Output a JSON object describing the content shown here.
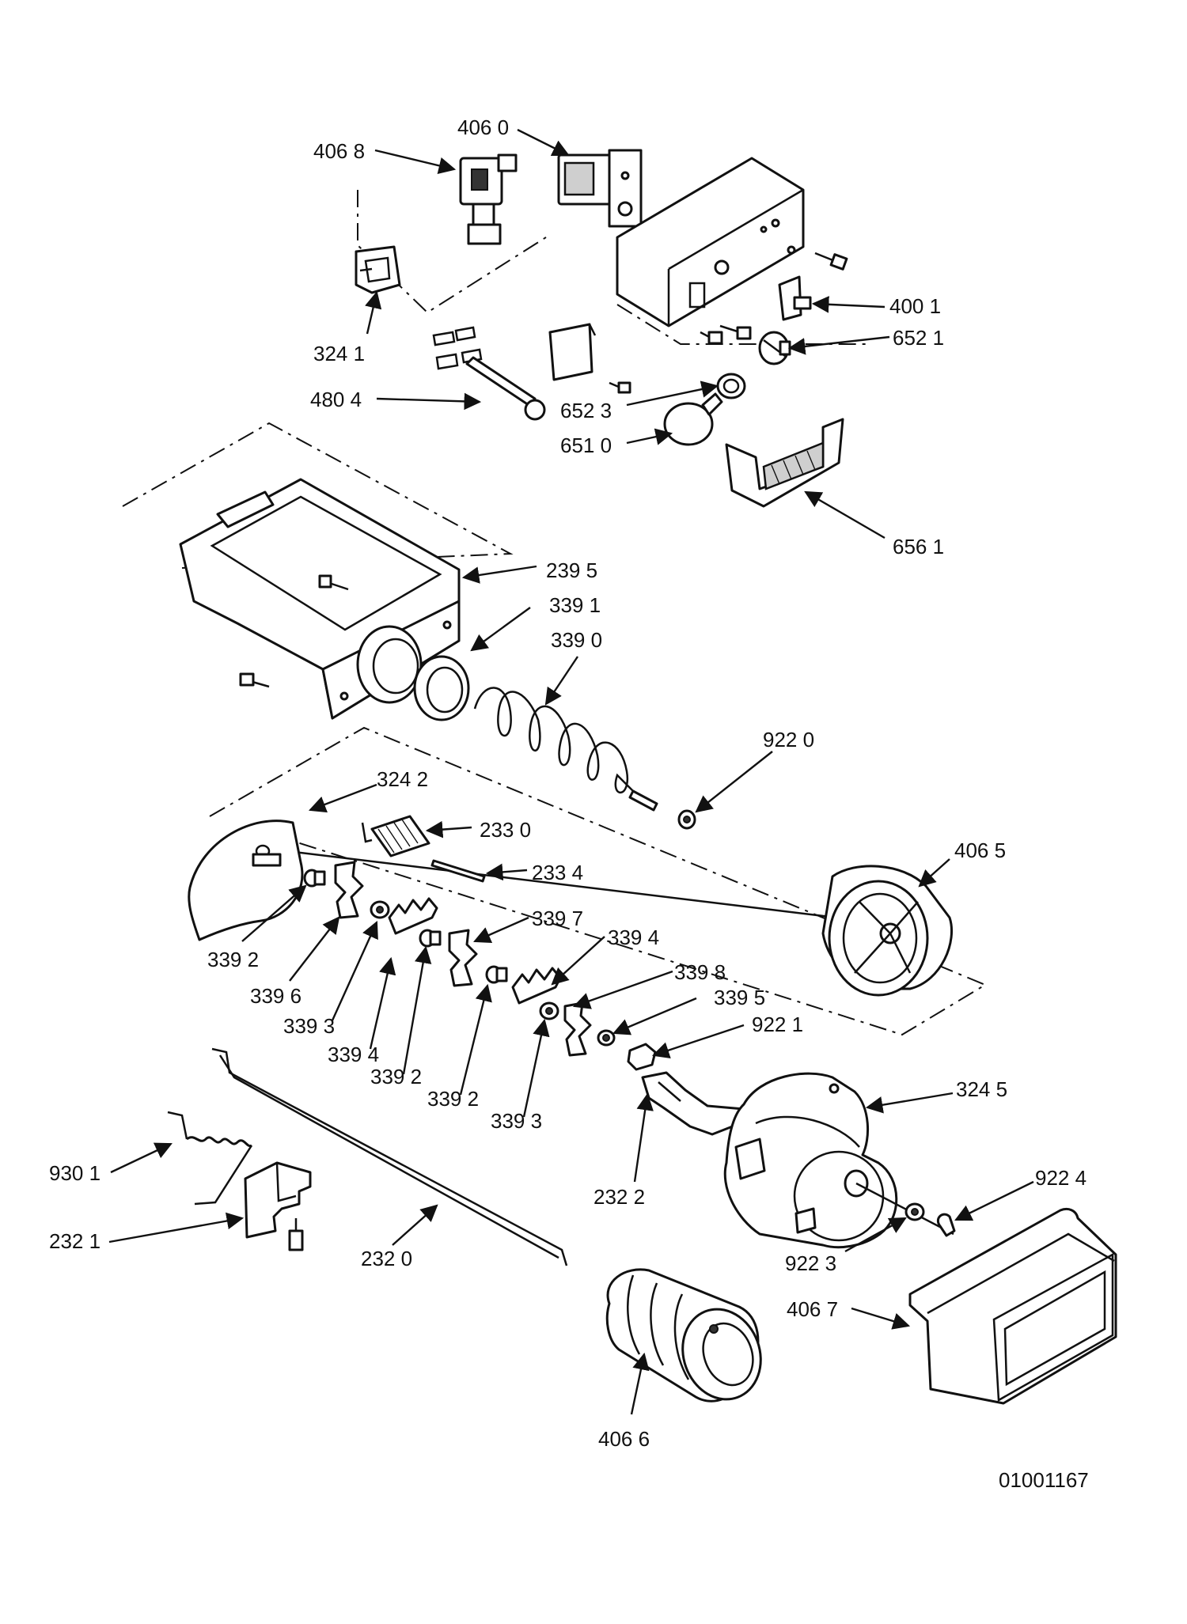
{
  "drawing_number": "01001167",
  "callouts": {
    "c4060": "406 0",
    "c4068": "406 8",
    "c4001": "400 1",
    "c6521": "652 1",
    "c3241": "324 1",
    "c4804": "480 4",
    "c6523": "652 3",
    "c6510": "651 0",
    "c6561": "656 1",
    "c2395": "239 5",
    "c3391": "339 1",
    "c3390": "339 0",
    "c9220": "922 0",
    "c3242": "324 2",
    "c2330": "233 0",
    "c2334": "233 4",
    "c4065": "406 5",
    "c3397": "339 7",
    "c3394a": "339 4",
    "c3398": "339 8",
    "c3395": "339 5",
    "c3392a": "339 2",
    "c3396": "339 6",
    "c3393a": "339 3",
    "c3394b": "339 4",
    "c3392b": "339 2",
    "c3392c": "339 2",
    "c3393b": "339 3",
    "c9221": "922 1",
    "c3245": "324 5",
    "c9301": "930 1",
    "c2322": "232 2",
    "c9224": "922 4",
    "c2321": "232 1",
    "c2320": "232 0",
    "c9223": "922 3",
    "c4067": "406 7",
    "c4066": "406 6"
  }
}
